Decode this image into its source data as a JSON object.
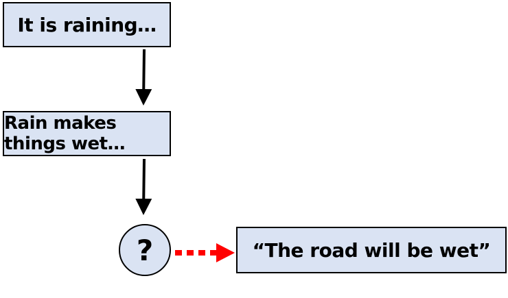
{
  "nodes": {
    "premise1": "It is raining…",
    "premise2": "Rain makes things wet…",
    "unknown": "?",
    "conclusion": "“The road will be wet”"
  },
  "colors": {
    "box_fill": "#dae3f3",
    "inference_arrow": "#ff0000"
  }
}
